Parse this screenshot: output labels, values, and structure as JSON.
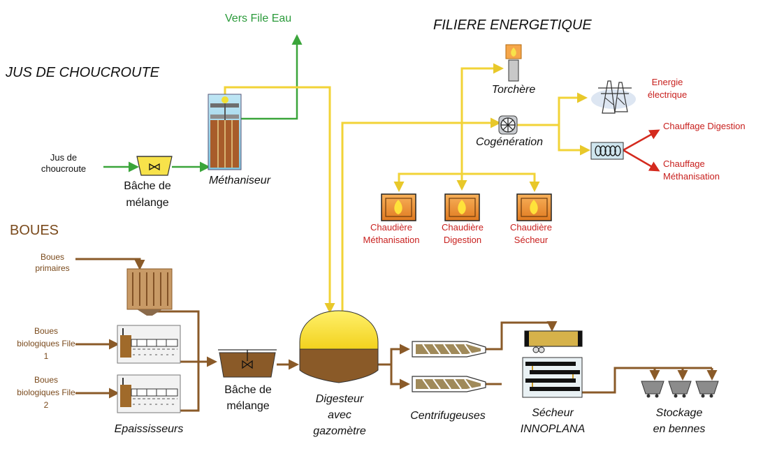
{
  "titles": {
    "jus": "JUS DE CHOUCROUTE",
    "boues": "BOUES",
    "filiere": "FILIERE ENERGETIQUE"
  },
  "labels": {
    "vers_file_eau": "Vers File Eau",
    "jus_de": "Jus de",
    "choucroute": "choucroute",
    "bache1_l1": "Bâche de",
    "bache1_l2": "mélange",
    "methaniseur": "Méthaniseur",
    "torchere": "Torchère",
    "cogeneration": "Cogénération",
    "energie_l1": "Energie",
    "energie_l2": "électrique",
    "chauffage_digestion": "Chauffage Digestion",
    "chauffage_meth_l1": "Chauffage",
    "chauffage_meth_l2": "Méthanisation",
    "chaud1_l1": "Chaudière",
    "chaud1_l2": "Méthanisation",
    "chaud2_l1": "Chaudière",
    "chaud2_l2": "Digestion",
    "chaud3_l1": "Chaudière",
    "chaud3_l2": "Sécheur",
    "boues_prim_l1": "Boues",
    "boues_prim_l2": "primaires",
    "boues_bio1_l1": "Boues",
    "boues_bio1_l2": "biologiques File",
    "boues_bio1_l3": "1",
    "boues_bio2_l1": "Boues",
    "boues_bio2_l2": "biologiques File",
    "boues_bio2_l3": "2",
    "epaississeurs": "Epaississeurs",
    "bache2_l1": "Bâche de",
    "bache2_l2": "mélange",
    "digesteur_l1": "Digesteur",
    "digesteur_l2": "avec",
    "digesteur_l3": "gazomètre",
    "centrifugeuses": "Centrifugeuses",
    "secheur_l1": "Sécheur",
    "secheur_l2": "INNOPLANA",
    "stockage_l1": "Stockage",
    "stockage_l2": "en bennes"
  },
  "colors": {
    "gas": "#f2d337",
    "water": "#3aa53a",
    "sludge": "#8a5a28",
    "heat": "#d42a1e",
    "tank_yellow": "#f7e24a"
  },
  "icons": {
    "methaniseur": "reactor-icon",
    "torchere": "flare-icon",
    "cogeneration": "generator-icon",
    "energie": "power-pylon-icon",
    "exchanger": "heat-exchanger-icon",
    "chaudiere": "boiler-flame-icon",
    "epaississeur": "thickener-icon",
    "centrifugeuse": "centrifuge-icon",
    "secheur": "dryer-icon",
    "benne": "skip-bin-icon"
  }
}
